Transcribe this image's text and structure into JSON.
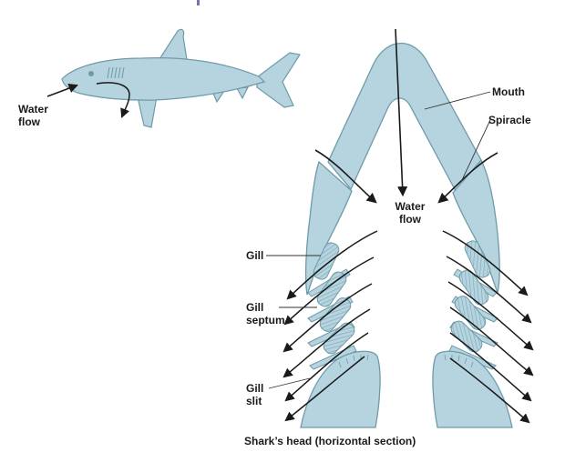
{
  "diagram": {
    "labels": {
      "water_flow_side_1": "Water",
      "water_flow_side_2": "flow",
      "water_flow_center_1": "Water",
      "water_flow_center_2": "flow",
      "mouth": "Mouth",
      "spiracle": "Spiracle",
      "gill": "Gill",
      "gill_septum_1": "Gill",
      "gill_septum_2": "septum",
      "gill_slit_1": "Gill",
      "gill_slit_2": "slit"
    },
    "caption": "Shark’s head (horizontal section)",
    "colors": {
      "tissue_fill": "#b5d4df",
      "tissue_stroke": "#6f9aa8",
      "arrow": "#1a1a1a",
      "leader": "#333333"
    }
  }
}
